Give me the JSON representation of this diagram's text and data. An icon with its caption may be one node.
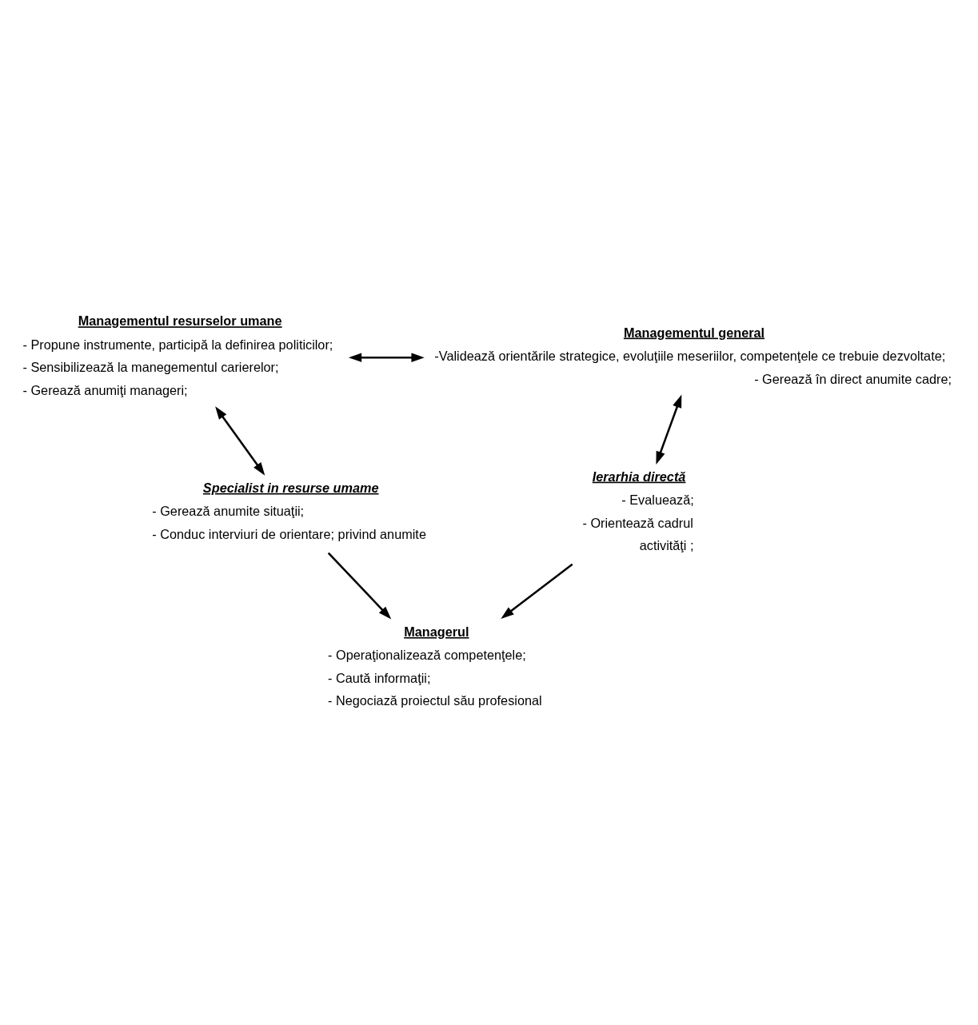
{
  "diagram": {
    "nodes": [
      {
        "text": [
          "Managementul resurselor umane",
          "- Propune instrumente, participă la definirea politicilor;",
          "- Sensibilizează la manegementul carierelor;",
          "- Gerează anumiţi manageri;"
        ]
      },
      {
        "text": [
          "Managementul general",
          "-Validează orientările strategice, evoluţiile meseriilor, competenţele ce trebuie dezvoltate;",
          "- Gerează în direct anumite cadre;"
        ]
      },
      {
        "text": [
          "Specialist in resurse umame",
          "- Gerează anumite situaţii;",
          "- Conduc interviuri de orientare; privind anumite"
        ]
      },
      {
        "text": [
          "Ierarhia directă",
          "- Evaluează;",
          "- Orientează cadrul",
          "activităţi ;"
        ]
      },
      {
        "text": [
          "Managerul",
          "- Operaţionalizează competenţele;",
          "- Caută informaţii;",
          "- Negociază proiectul său profesional"
        ]
      }
    ],
    "edges": [
      {
        "from": 0,
        "to": 1,
        "arrow": "both"
      },
      {
        "from": 0,
        "to": 2,
        "arrow": "both"
      },
      {
        "from": 1,
        "to": 3,
        "arrow": "both"
      },
      {
        "from": 2,
        "to": 4,
        "arrow": "to"
      },
      {
        "from": 3,
        "to": 4,
        "arrow": "to"
      }
    ]
  }
}
